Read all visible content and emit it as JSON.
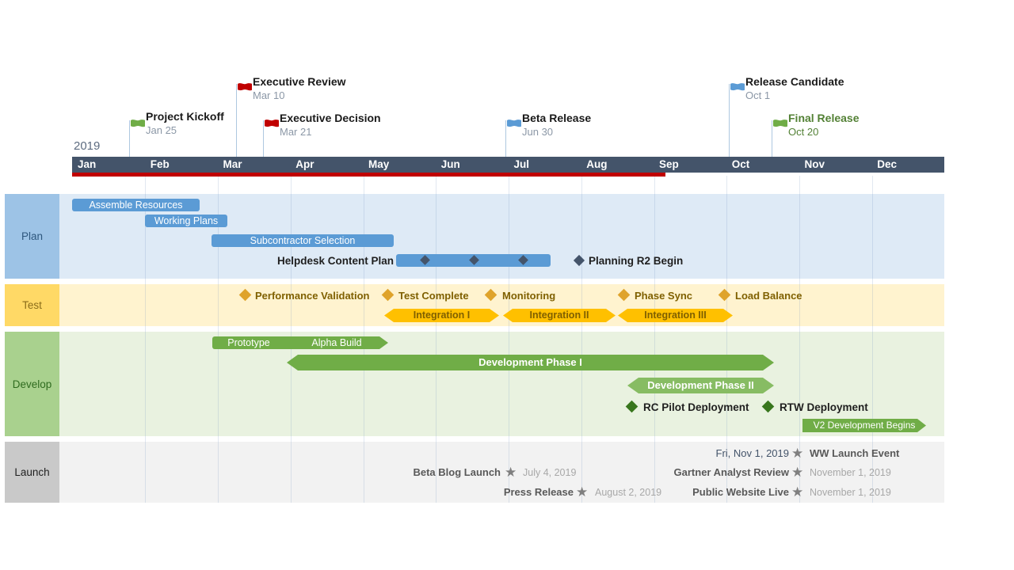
{
  "year_label": "2019",
  "months": [
    "Jan",
    "Feb",
    "Mar",
    "Apr",
    "May",
    "Jun",
    "Jul",
    "Aug",
    "Sep",
    "Oct",
    "Nov",
    "Dec"
  ],
  "milestones_top": [
    {
      "label": "Project Kickoff",
      "date": "Jan 25",
      "flag": "green"
    },
    {
      "label": "Executive Review",
      "date": "Mar 10",
      "flag": "red"
    },
    {
      "label": "Executive Decision",
      "date": "Mar 21",
      "flag": "red"
    },
    {
      "label": "Beta Release",
      "date": "Jun 30",
      "flag": "blue"
    },
    {
      "label": "Release Candidate",
      "date": "Oct 1",
      "flag": "blue"
    },
    {
      "label": "Final Release",
      "date": "Oct 20",
      "flag": "green"
    }
  ],
  "lanes": {
    "plan": {
      "label": "Plan",
      "bars": [
        "Assemble Resources",
        "Working Plans",
        "Subcontractor Selection"
      ],
      "helpdesk_label": "Helpdesk Content Plan",
      "planning_milestone": "Planning R2 Begin"
    },
    "test": {
      "label": "Test",
      "milestones": [
        "Performance Validation",
        "Test Complete",
        "Monitoring",
        "Phase Sync",
        "Load Balance"
      ],
      "arrows": [
        "Integration I",
        "Integration II",
        "Integration III"
      ]
    },
    "develop": {
      "label": "Develop",
      "bars": [
        "Prototype",
        "Alpha Build"
      ],
      "arrows": [
        "Development Phase I",
        "Development Phase II"
      ],
      "milestones": [
        "RC Pilot Deployment",
        "RTW Deployment"
      ],
      "v2": "V2 Development Begins"
    },
    "launch": {
      "label": "Launch",
      "events": [
        {
          "label": "WW Launch Event",
          "date": "Fri, Nov 1, 2019"
        },
        {
          "label": "Gartner Analyst Review",
          "date": "November 1, 2019"
        },
        {
          "label": "Public Website Live",
          "date": "November 1, 2019"
        },
        {
          "label": "Beta Blog Launch",
          "date": "July 4, 2019"
        },
        {
          "label": "Press Release",
          "date": "August 2, 2019"
        }
      ]
    }
  },
  "colors": {
    "timeband": "#44546A",
    "timeband_underline": "#C00000",
    "plan_accent": "#5B9BD5",
    "plan_lane_bg": "#DEEAF6",
    "plan_label_bg": "#9DC3E6",
    "test_arrow": "#FFC000",
    "test_diamond": "#DFA32B",
    "test_text": "#7F6000",
    "test_lane_bg": "#FFF3CF",
    "test_label_bg": "#FFD966",
    "develop_accent": "#70AD47",
    "develop_phase2": "#87BC63",
    "develop_dark_diamond": "#38761D",
    "develop_lane_bg": "#E9F2E0",
    "develop_label_bg": "#A9D18E",
    "launch_lane_bg": "#F2F2F2",
    "launch_label_bg": "#C9C9C9",
    "launch_label_text": "#595959",
    "launch_date_text": "#A8A8A8",
    "star": "#7F7F7F",
    "flag_green": "#70AD47",
    "flag_red": "#C00000",
    "flag_blue": "#5B9BD5",
    "helpdesk_diamond": "#44546A",
    "final_release_text": "#538135",
    "milestone_date_text": "#8B97A6"
  },
  "chart_data": {
    "type": "timeline-gantt",
    "title": "",
    "year": 2019,
    "x_axis": {
      "unit": "month",
      "ticks": [
        "Jan",
        "Feb",
        "Mar",
        "Apr",
        "May",
        "Jun",
        "Jul",
        "Aug",
        "Sep",
        "Oct",
        "Nov",
        "Dec"
      ],
      "red_underline_span": [
        "Jan 1",
        "Sep 5"
      ]
    },
    "top_milestones": [
      {
        "label": "Project Kickoff",
        "date": "Jan 25",
        "flag_color": "green"
      },
      {
        "label": "Executive Review",
        "date": "Mar 10",
        "flag_color": "red"
      },
      {
        "label": "Executive Decision",
        "date": "Mar 21",
        "flag_color": "red"
      },
      {
        "label": "Beta Release",
        "date": "Jun 30",
        "flag_color": "blue"
      },
      {
        "label": "Release Candidate",
        "date": "Oct 1",
        "flag_color": "blue"
      },
      {
        "label": "Final Release",
        "date": "Oct 20",
        "flag_color": "green"
      }
    ],
    "swimlanes": [
      {
        "name": "Plan",
        "color": "#5B9BD5",
        "tasks": [
          {
            "label": "Assemble Resources",
            "start": "Jan 1",
            "end": "Feb 21",
            "shape": "bar"
          },
          {
            "label": "Working Plans",
            "start": "Feb 1",
            "end": "Mar 4",
            "shape": "bar"
          },
          {
            "label": "Subcontractor Selection",
            "start": "Feb 26",
            "end": "May 13",
            "shape": "bar"
          },
          {
            "label": "Helpdesk Content Plan",
            "start": "May 14",
            "end": "Jul 18",
            "shape": "bar-with-inner-milestones",
            "inner_milestone_dates": [
              "May 26",
              "Jun 16",
              "Jul 6"
            ]
          }
        ],
        "milestones": [
          {
            "label": "Planning R2 Begin",
            "date": "Jul 30"
          }
        ]
      },
      {
        "name": "Test",
        "color": "#FFC000",
        "milestones": [
          {
            "label": "Performance Validation",
            "date": "Mar 12"
          },
          {
            "label": "Test Complete",
            "date": "May 10"
          },
          {
            "label": "Monitoring",
            "date": "Jun 23"
          },
          {
            "label": "Phase Sync",
            "date": "Aug 18"
          },
          {
            "label": "Load Balance",
            "date": "Sep 30"
          }
        ],
        "tasks": [
          {
            "label": "Integration I",
            "start": "May 9",
            "end": "Jun 26",
            "shape": "double-arrow"
          },
          {
            "label": "Integration II",
            "start": "Jun 28",
            "end": "Aug 15",
            "shape": "double-arrow"
          },
          {
            "label": "Integration III",
            "start": "Aug 16",
            "end": "Oct 3",
            "shape": "double-arrow"
          }
        ]
      },
      {
        "name": "Develop",
        "color": "#70AD47",
        "tasks": [
          {
            "label": "Prototype",
            "start": "Feb 27",
            "end": "Mar 29",
            "shape": "bar"
          },
          {
            "label": "Alpha Build",
            "start": "Mar 29",
            "end": "May 10",
            "shape": "arrow-bar"
          },
          {
            "label": "Development Phase I",
            "start": "Mar 30",
            "end": "Oct 20",
            "shape": "double-arrow"
          },
          {
            "label": "Development Phase II",
            "start": "Aug 20",
            "end": "Oct 20",
            "shape": "double-arrow"
          },
          {
            "label": "V2 Development Begins",
            "start": "Nov 2",
            "end": "Dec 23",
            "shape": "arrow-bar"
          }
        ],
        "milestones": [
          {
            "label": "RC Pilot Deployment",
            "date": "Aug 22"
          },
          {
            "label": "RTW Deployment",
            "date": "Oct 18"
          }
        ]
      },
      {
        "name": "Launch",
        "color": "#7F7F7F",
        "milestones": [
          {
            "label": "Beta Blog Launch",
            "date": "July 4, 2019"
          },
          {
            "label": "Press Release",
            "date": "August 2, 2019"
          },
          {
            "label": "WW Launch Event",
            "date": "Fri, Nov 1, 2019"
          },
          {
            "label": "Gartner Analyst Review",
            "date": "November 1, 2019"
          },
          {
            "label": "Public Website Live",
            "date": "November 1, 2019"
          }
        ]
      }
    ]
  }
}
